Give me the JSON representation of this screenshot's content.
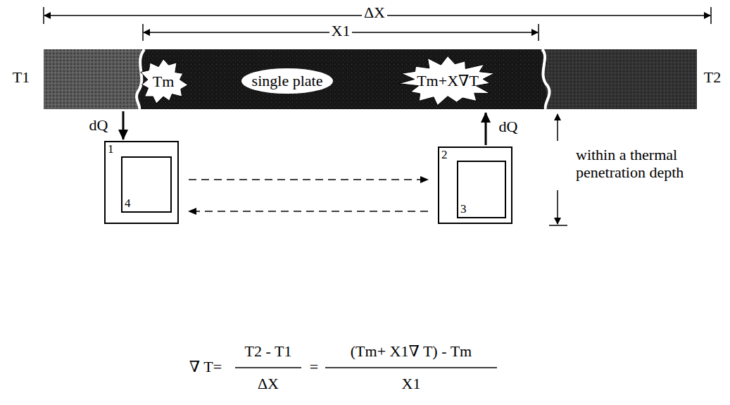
{
  "diagram": {
    "nodes": [
      {
        "text": [
          "Tm"
        ]
      },
      {
        "text": [
          "single plate"
        ]
      },
      {
        "text": [
          "Tm+X∇T"
        ]
      },
      {
        "text": [
          "1"
        ]
      },
      {
        "text": [
          "4"
        ],
        "in": 3
      },
      {
        "text": [
          "2"
        ]
      },
      {
        "text": [
          "3"
        ],
        "in": 5
      }
    ],
    "edges": [
      {
        "from": 3,
        "to": 5,
        "arrow": "to"
      },
      {
        "from": 5,
        "to": 3,
        "arrow": "to"
      }
    ],
    "labels": [
      "ΔX",
      "X1",
      "T1",
      "T2",
      "dQ",
      "dQ",
      "within a thermal penetration depth",
      "∇ T=",
      "T2 - T1",
      "ΔX",
      "=",
      "(Tm+ X1∇ T) - Tm",
      "X1"
    ]
  }
}
